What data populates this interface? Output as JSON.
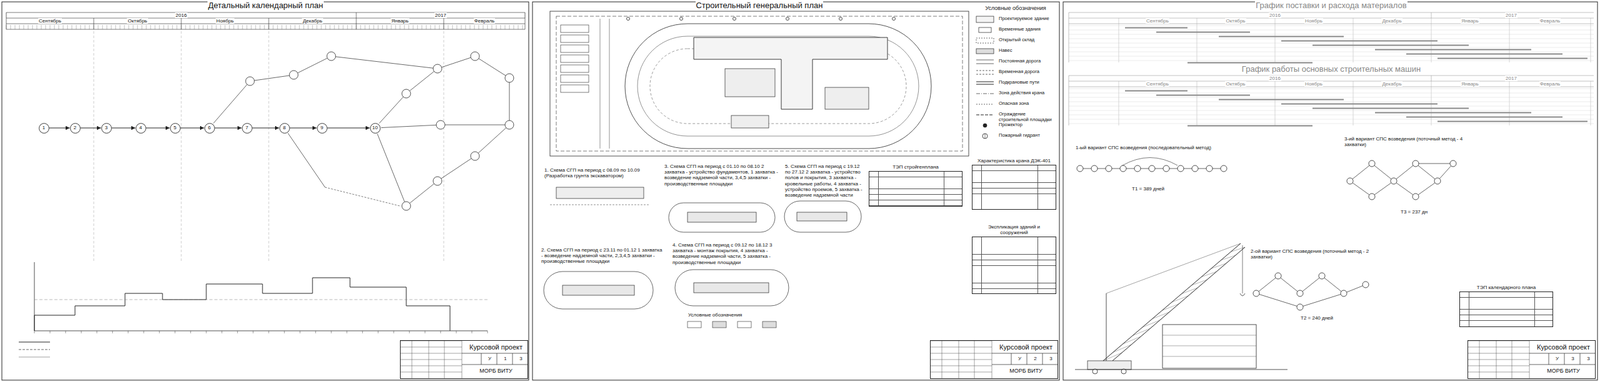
{
  "diagram": {
    "nodes": [
      {
        "text": [
          "1"
        ]
      },
      {
        "text": [
          "2"
        ]
      },
      {
        "text": [
          "3"
        ]
      },
      {
        "text": [
          "4"
        ]
      },
      {
        "text": [
          "5"
        ]
      },
      {
        "text": [
          "6"
        ]
      },
      {
        "text": [
          "7"
        ]
      },
      {
        "text": [
          "8"
        ]
      },
      {
        "text": [
          "9"
        ]
      },
      {
        "text": [
          "10"
        ]
      },
      {
        "text": [
          "Курсовой проект",
          "У",
          "1",
          "3",
          "МОРБ ВИТУ"
        ]
      },
      {
        "text": [
          "ТЭП стройгенплана"
        ]
      },
      {
        "text": [
          "Характеристика крана ДЭК-401"
        ]
      },
      {
        "text": [
          "Экспликация зданий и сооружений"
        ]
      },
      {
        "text": [
          "Курсовой проект",
          "У",
          "2",
          "3",
          "МОРБ ВИТУ"
        ]
      },
      {
        "text": [
          "ТЭП календарного плана"
        ]
      },
      {
        "text": [
          "Курсовой проект",
          "У",
          "3",
          "3",
          "МОРБ ВИТУ"
        ]
      }
    ],
    "edges": [
      {
        "from": 0,
        "to": 1,
        "arrow": "to"
      },
      {
        "from": 1,
        "to": 2,
        "arrow": "to"
      },
      {
        "from": 2,
        "to": 3,
        "arrow": "to"
      },
      {
        "from": 3,
        "to": 4,
        "arrow": "to"
      },
      {
        "from": 4,
        "to": 5,
        "arrow": "to"
      },
      {
        "from": 5,
        "to": 6,
        "arrow": "to"
      },
      {
        "from": 6,
        "to": 7,
        "arrow": "to"
      },
      {
        "from": 7,
        "to": 8,
        "arrow": "to"
      },
      {
        "from": 8,
        "to": 9,
        "arrow": "to"
      }
    ],
    "labels": [
      "Детальный календарный план",
      "2016",
      "2017",
      "Сентябрь",
      "Октябрь",
      "Ноябрь",
      "Декабрь",
      "Январь",
      "Февраль",
      "Строительный генеральный план",
      "Условные обозначения",
      "1. Схема СГП на период с 08.09 по 10.09 (Разработка грунта экскаватором)",
      "3. Схема СГП на период с 01.10 по 08.10 2 захватка - устройство фундаментов, 1 захватка - возведение надземной части, 3,4,5 захватки - производственные площадки",
      "5. Схема СГП на период с 19.12 по 27.12 2 захватка - устройство полов и покрытия, 3 захватка - кровельные работы, 4 захватка - устройство проемов, 5 захватка - возведение надземной части",
      "2. Схема СГП на период с 23.11 по 01.12 1 захватка - возведение надземной части, 2,3,4,5 захватки - производственные площадки",
      "4. Схема СГП на период с 09.12 по 18.12 3 захватка - монтаж покрытия, 4 захватка - возведение надземной части, 5 захватка - производственные площадки",
      "Условные обозначения",
      "График поставки и расхода материалов",
      "2016",
      "2017",
      "Сентябрь",
      "Октябрь",
      "Ноябрь",
      "Декабрь",
      "Январь",
      "Февраль",
      "График работы основных строительных машин",
      "2016",
      "2017",
      "Сентябрь",
      "Октябрь",
      "Ноябрь",
      "Декабрь",
      "Январь",
      "Февраль",
      "1-ый вариант СПС возведения (последовательный метод)",
      "Т1 = 389 дней",
      "3-ий вариант СПС возведения (поточный метод - 4 захватки)",
      "Т3 = 237 дн",
      "2-ой вариант СПС возведения (поточный метод - 2 захватки)",
      "Т2 = 240 дней"
    ],
    "legend": [
      {
        "text": "Проектируемое здание"
      },
      {
        "text": "Временные здания"
      },
      {
        "text": "Открытый склад"
      },
      {
        "text": "Навес"
      },
      {
        "text": "Постоянная дорога"
      },
      {
        "text": "Временная дорога"
      },
      {
        "text": "Подкрановые пути"
      },
      {
        "text": "Зона действия крана"
      },
      {
        "text": "Опасная зона"
      },
      {
        "text": "Ограждение строительной площадки"
      },
      {
        "text": "Прожектор"
      },
      {
        "text": "Пожарный гидрант"
      }
    ]
  }
}
